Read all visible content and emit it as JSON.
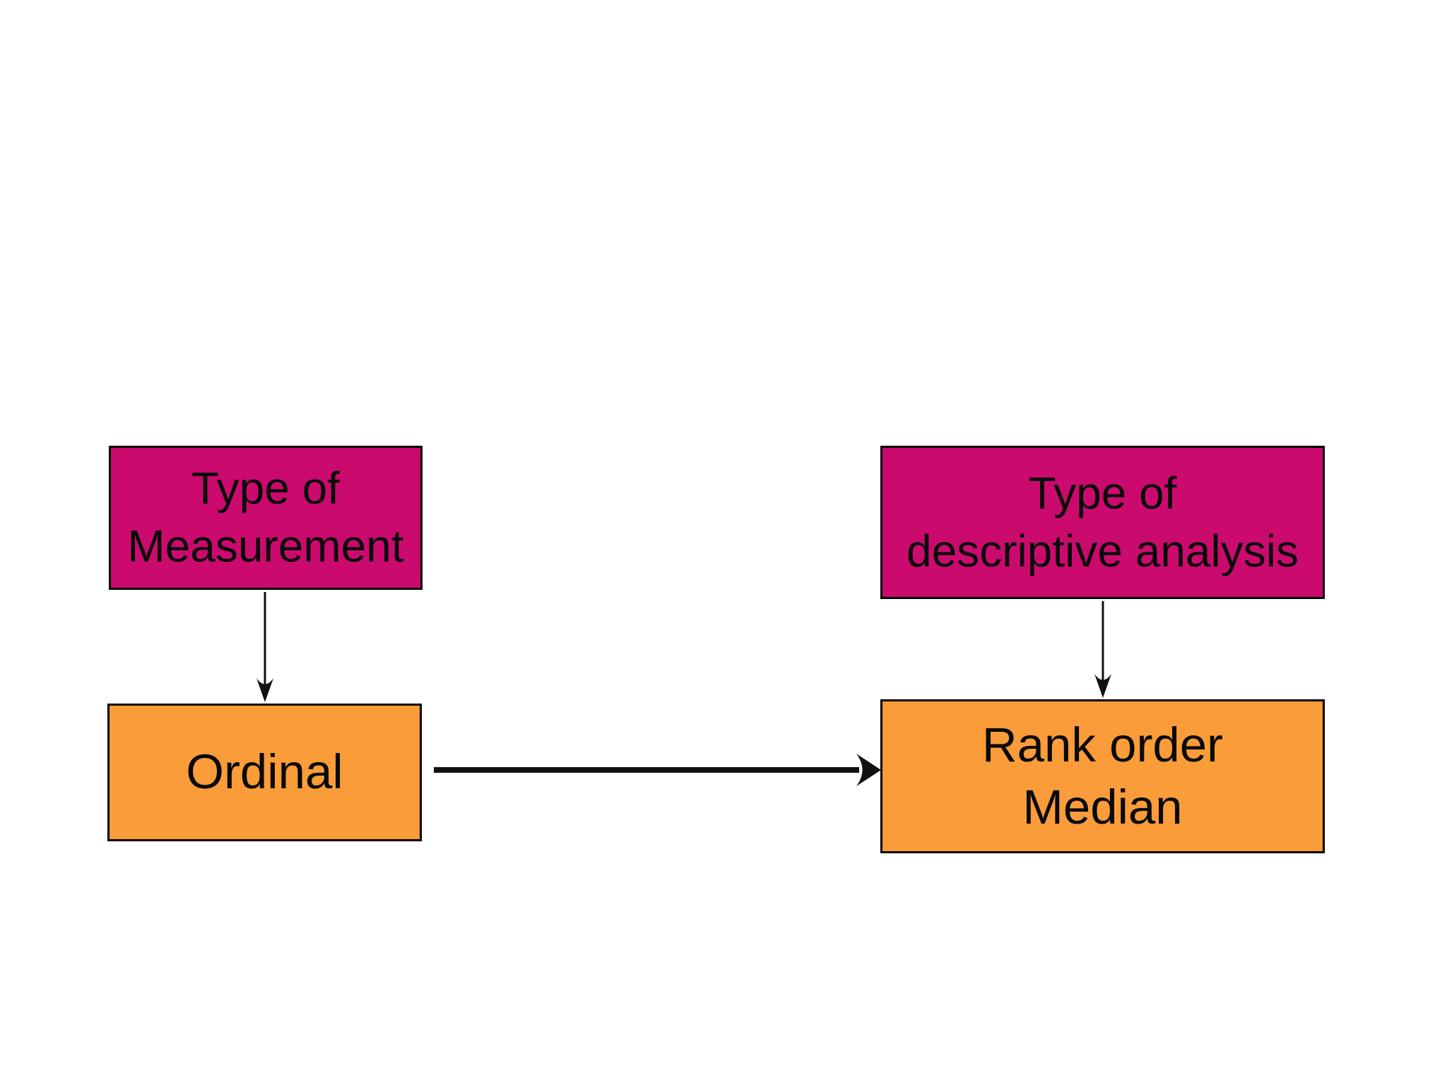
{
  "diagram": {
    "background_color": "#ffffff",
    "border_color": "#000000",
    "text_color": "#0a0a0a",
    "arrow_color": "#111111",
    "node_fill_pink": "#cb0a6e",
    "node_fill_orange": "#fa9c39",
    "nodes": [
      {
        "id": "type-of-measurement",
        "lines": [
          "Type of",
          "Measurement"
        ],
        "fill": "#cb0a6e"
      },
      {
        "id": "type-of-descriptive-analysis",
        "lines": [
          "Type of",
          "descriptive analysis"
        ],
        "fill": "#cb0a6e"
      },
      {
        "id": "ordinal",
        "lines": [
          "Ordinal"
        ],
        "fill": "#fa9c39"
      },
      {
        "id": "rank-order-median",
        "lines": [
          "Rank order",
          "Median"
        ],
        "fill": "#fa9c39"
      }
    ],
    "edges": [
      {
        "from": "type-of-measurement",
        "to": "ordinal",
        "style": "thin-vertical-arrow"
      },
      {
        "from": "type-of-descriptive-analysis",
        "to": "rank-order-median",
        "style": "thin-vertical-arrow"
      },
      {
        "from": "ordinal",
        "to": "rank-order-median",
        "style": "thick-horizontal-arrow"
      }
    ]
  }
}
